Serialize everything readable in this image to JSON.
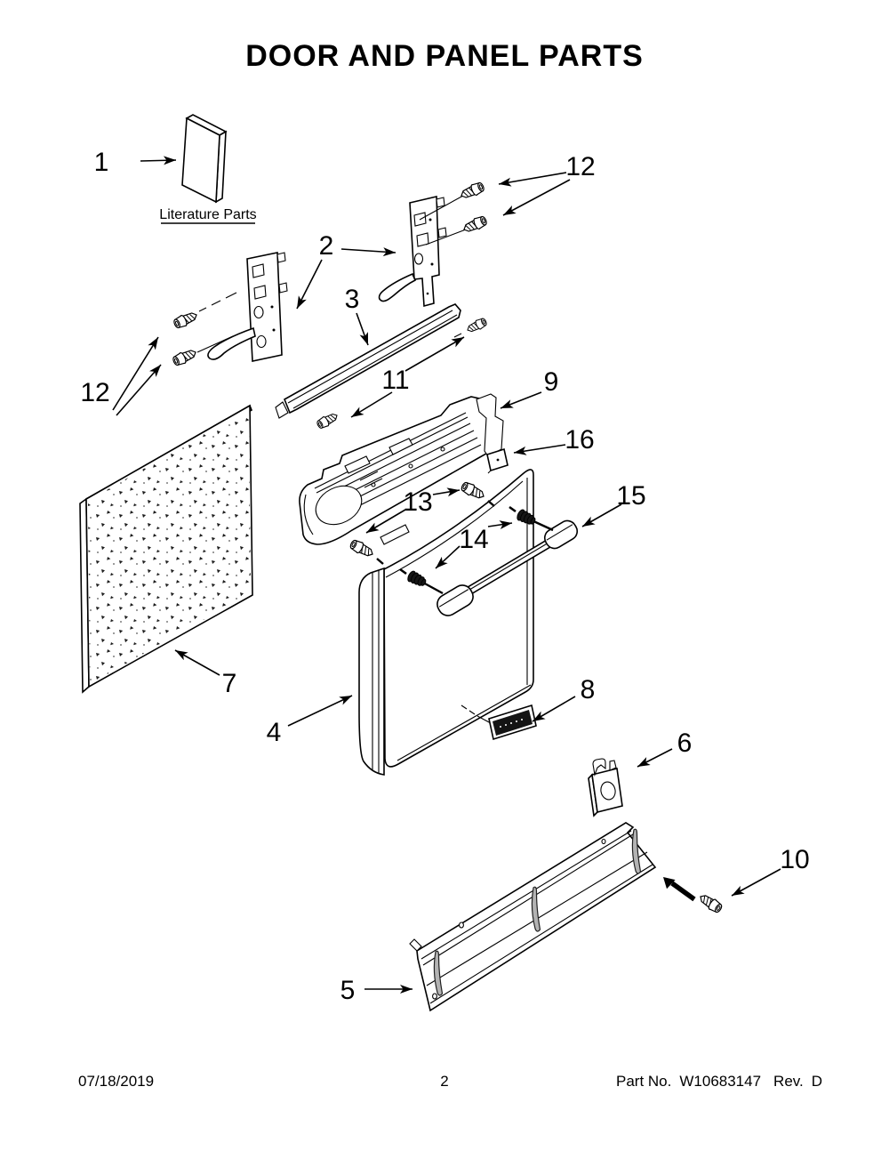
{
  "page": {
    "title": "DOOR AND PANEL PARTS",
    "footer": {
      "date": "07/18/2019",
      "page_number": "2",
      "part_label": "Part No.",
      "part_number": "W10683147",
      "rev_label": "Rev.",
      "rev_value": "D"
    }
  },
  "diagram": {
    "literature_caption": "Literature Parts",
    "callouts": [
      {
        "label": "1"
      },
      {
        "label": "12"
      },
      {
        "label": "2"
      },
      {
        "label": "3"
      },
      {
        "label": "12"
      },
      {
        "label": "11"
      },
      {
        "label": "9"
      },
      {
        "label": "16"
      },
      {
        "label": "13"
      },
      {
        "label": "14"
      },
      {
        "label": "15"
      },
      {
        "label": "7"
      },
      {
        "label": "4"
      },
      {
        "label": "8"
      },
      {
        "label": "6"
      },
      {
        "label": "10"
      },
      {
        "label": "5"
      }
    ]
  }
}
